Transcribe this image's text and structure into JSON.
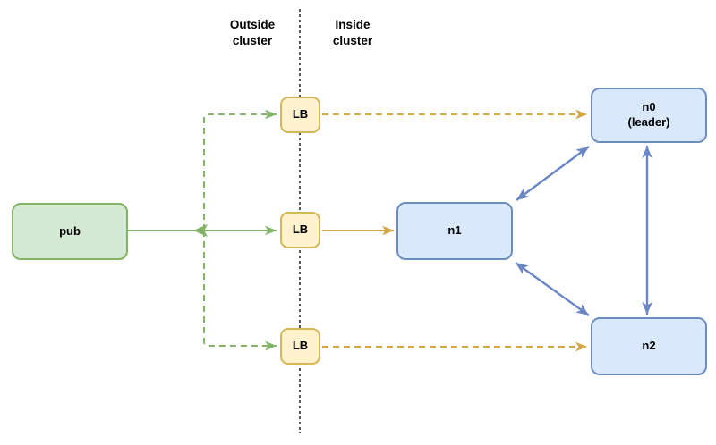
{
  "diagram": {
    "zones": {
      "outside_label": "Outside\ncluster",
      "inside_label": "Inside\ncluster"
    },
    "nodes": {
      "pub": {
        "label": "pub",
        "fill": "#d5e8d4",
        "stroke": "#82b366"
      },
      "lb_top": {
        "label": "LB",
        "fill": "#fff2cc",
        "stroke": "#d6b656"
      },
      "lb_mid": {
        "label": "LB",
        "fill": "#fff2cc",
        "stroke": "#d6b656"
      },
      "lb_bottom": {
        "label": "LB",
        "fill": "#fff2cc",
        "stroke": "#d6b656"
      },
      "n0": {
        "label": "n0",
        "sublabel": "(leader)",
        "fill": "#dae8fc",
        "stroke": "#6c8ebf"
      },
      "n1": {
        "label": "n1",
        "fill": "#dae8fc",
        "stroke": "#6c8ebf"
      },
      "n2": {
        "label": "n2",
        "fill": "#dae8fc",
        "stroke": "#6c8ebf"
      }
    },
    "edges": [
      {
        "from": "pub",
        "to": "lb_mid",
        "style": "solid",
        "color": "#82b366",
        "note": "return arrowhead pointing back toward pub at branch junction"
      },
      {
        "from": "pub",
        "to": "lb_top",
        "style": "dashed",
        "color": "#82b366"
      },
      {
        "from": "pub",
        "to": "lb_bottom",
        "style": "dashed",
        "color": "#82b366"
      },
      {
        "from": "lb_top",
        "to": "n0",
        "style": "dashed",
        "color": "#d6a645"
      },
      {
        "from": "lb_mid",
        "to": "n1",
        "style": "solid",
        "color": "#d6a645"
      },
      {
        "from": "lb_bottom",
        "to": "n2",
        "style": "dashed",
        "color": "#d6a645"
      },
      {
        "from": "n0",
        "to": "n1",
        "style": "solid",
        "color": "#6b86c5",
        "bidirectional": true
      },
      {
        "from": "n1",
        "to": "n2",
        "style": "solid",
        "color": "#6b86c5",
        "bidirectional": true
      },
      {
        "from": "n0",
        "to": "n2",
        "style": "solid",
        "color": "#6b86c5",
        "bidirectional": true
      }
    ],
    "divider": {
      "style": "dashed",
      "color": "#000000"
    }
  }
}
